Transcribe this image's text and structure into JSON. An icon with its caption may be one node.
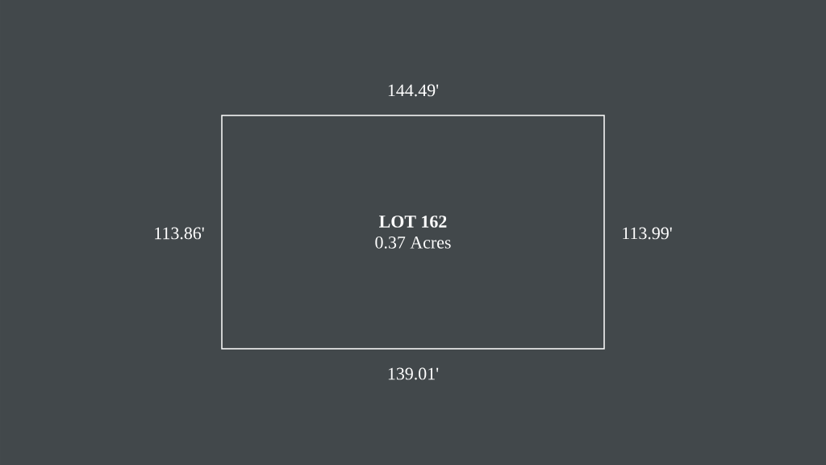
{
  "diagram": {
    "nodes": [
      {
        "text": [
          "LOT 162",
          "0.37 Acres"
        ]
      }
    ],
    "labels": [
      "144.49'",
      "113.86'",
      "113.99'",
      "139.01'"
    ]
  }
}
